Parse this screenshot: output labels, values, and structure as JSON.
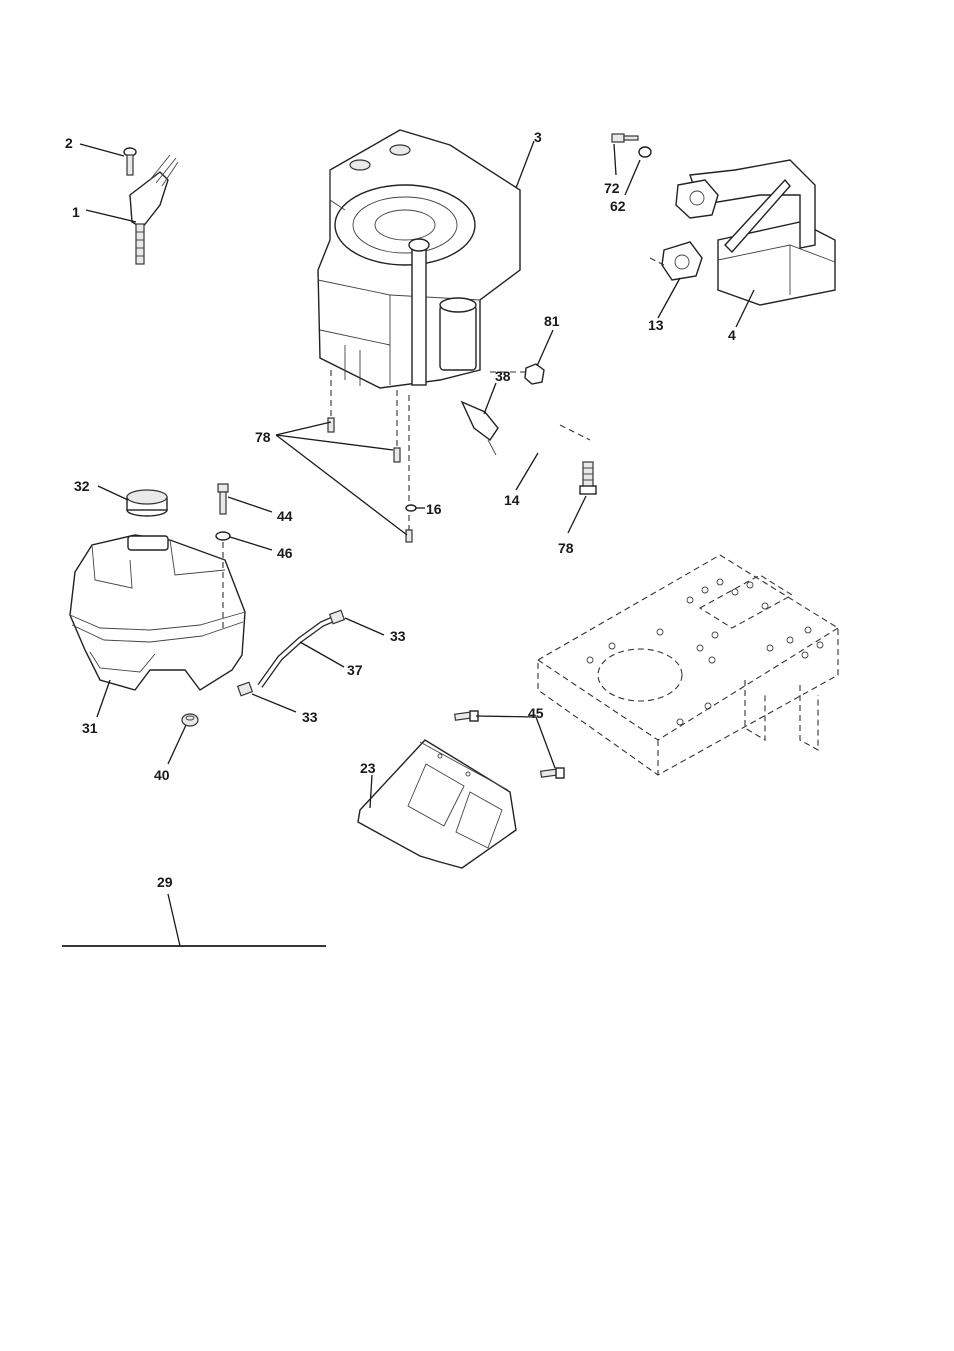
{
  "diagram": {
    "callouts": {
      "c1": "1",
      "c2": "2",
      "c3": "3",
      "c4": "4",
      "c13": "13",
      "c14": "14",
      "c16": "16",
      "c23": "23",
      "c29": "29",
      "c31": "31",
      "c32": "32",
      "c33a": "33",
      "c33b": "33",
      "c37": "37",
      "c38": "38",
      "c40": "40",
      "c44": "44",
      "c45": "45",
      "c46": "46",
      "c62": "62",
      "c72": "72",
      "c78a": "78",
      "c78b": "78",
      "c81": "81"
    }
  }
}
